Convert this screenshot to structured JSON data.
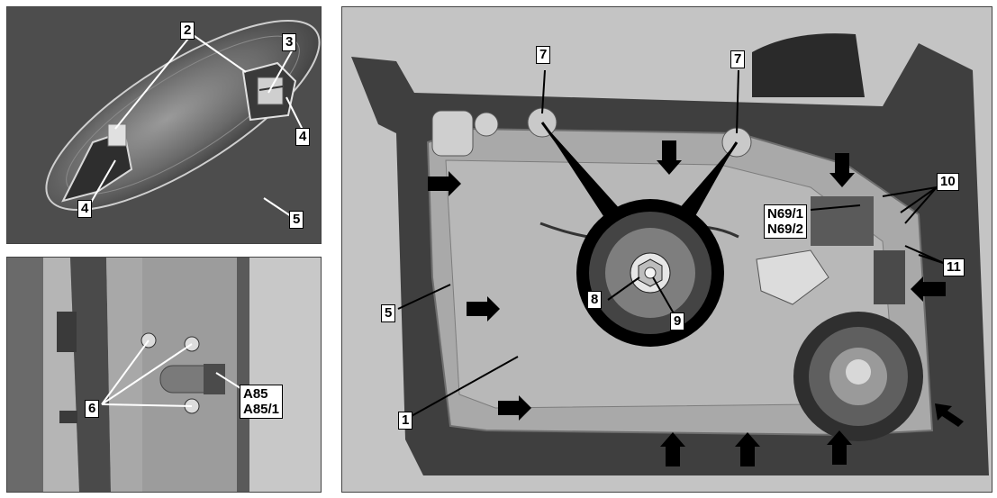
{
  "panels": {
    "handle": {
      "labels": {
        "l2": "2",
        "l3": "3",
        "l4a": "4",
        "l4b": "4",
        "l5": "5"
      }
    },
    "door_edge": {
      "labels": {
        "l6": "6",
        "a85": "A85",
        "a85_1": "A85/1"
      }
    },
    "door_inner": {
      "labels": {
        "l7a": "7",
        "l7b": "7",
        "l10": "10",
        "n69_1": "N69/1",
        "n69_2": "N69/2",
        "l11": "11",
        "l5": "5",
        "l8": "8",
        "l9": "9",
        "l1": "1"
      }
    }
  },
  "colors": {
    "label_bg": "#ffffff",
    "label_text": "#000000",
    "arrow": "#000000"
  }
}
